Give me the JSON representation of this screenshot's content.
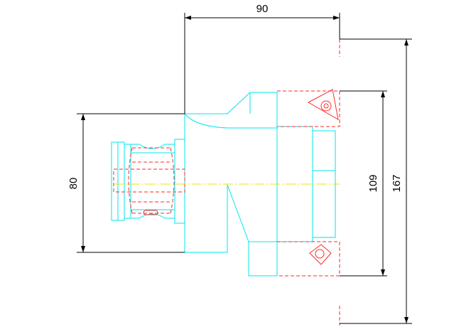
{
  "dimensions": {
    "top_width": "90",
    "left_height": "80",
    "inner_right_height": "109",
    "outer_right_height": "167"
  },
  "colors": {
    "body_outline": "#00e5ee",
    "hidden_lines": "#ff2a2a",
    "dimension_lines": "#000000",
    "center_line": "#e6e600",
    "background": "#ffffff"
  }
}
